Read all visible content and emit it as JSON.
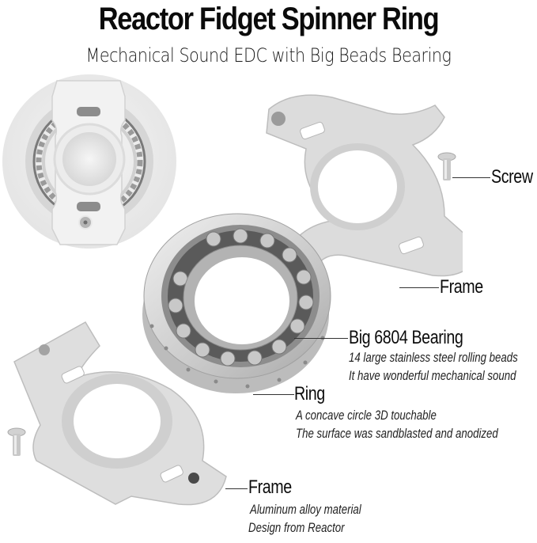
{
  "header": {
    "title": "Reactor Fidget Spinner Ring",
    "subtitle": "Mechanical Sound EDC with Big Beads Bearing"
  },
  "callouts": {
    "screw": {
      "label": "Screw"
    },
    "frame_top": {
      "label": "Frame"
    },
    "bearing": {
      "label": "Big 6804 Bearing",
      "lines": [
        "14 large stainless steel rolling beads",
        "It have wonderful mechanical sound"
      ]
    },
    "ring": {
      "label": "Ring",
      "lines": [
        "A concave circle 3D touchable",
        "The surface was sandblasted and anodized"
      ]
    },
    "frame_bottom": {
      "label": "Frame",
      "lines": [
        "Aluminum alloy material",
        "Design from Reactor"
      ]
    }
  },
  "colors": {
    "background": "#ffffff",
    "metal_light": "#e6e6e6",
    "metal_mid": "#c9c9c9",
    "metal_dark": "#8a8a8a",
    "text": "#0b0b0b"
  },
  "images": {
    "assembled_view": "assembled-spinner-ring-photo",
    "exploded_parts": [
      "screw",
      "top-frame",
      "bearing-with-ring",
      "bottom-frame",
      "screw"
    ]
  }
}
